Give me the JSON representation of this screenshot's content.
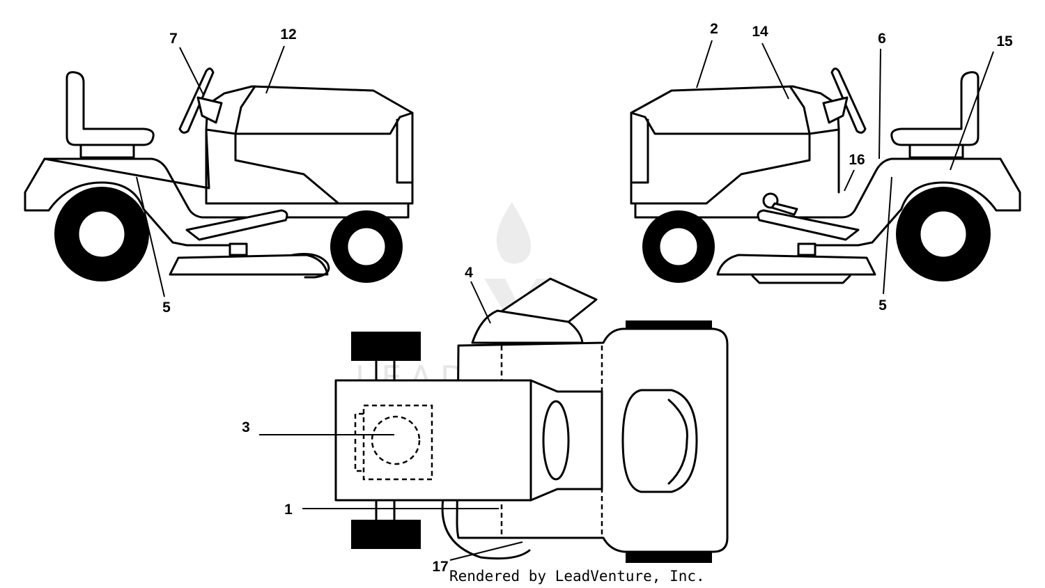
{
  "callouts": {
    "c7": "7",
    "c12": "12",
    "c5_left": "5",
    "c2": "2",
    "c14": "14",
    "c6": "6",
    "c15": "15",
    "c16": "16",
    "c5_right": "5",
    "c4": "4",
    "c3": "3",
    "c1": "1",
    "c17": "17"
  },
  "watermark": {
    "text": "LEADVENTURE"
  },
  "footer": {
    "rendered_by": "Rendered by LeadVenture, Inc."
  }
}
